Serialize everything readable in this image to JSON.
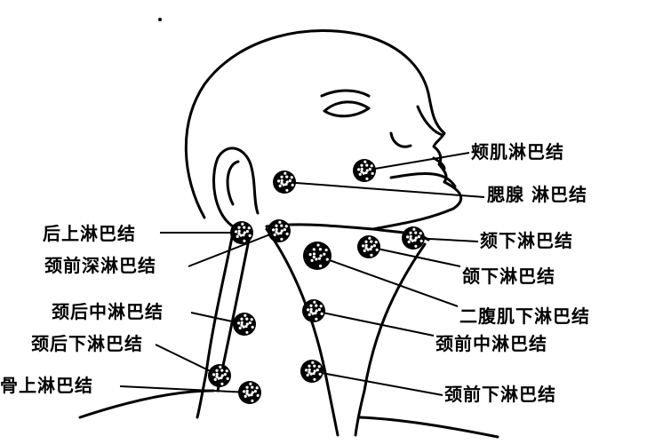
{
  "labels": {
    "buccinator": "颊肌淋巴结",
    "parotid": "腮腺 淋巴结",
    "posterior_upper": "后上淋巴结",
    "submental": "颏下淋巴结",
    "anterior_deep_cervical": "颈前深淋巴结",
    "submandibular": "颌下淋巴结",
    "posterior_middle_cervical": "颈后中淋巴结",
    "digastric_inferior": "二腹肌下淋巴结",
    "posterior_lower_cervical": "颈后下淋巴结",
    "anterior_middle_cervical": "颈前中淋巴结",
    "supraclavicular": "骨上淋巴结",
    "anterior_lower_cervical": "颈前下淋巴结"
  }
}
